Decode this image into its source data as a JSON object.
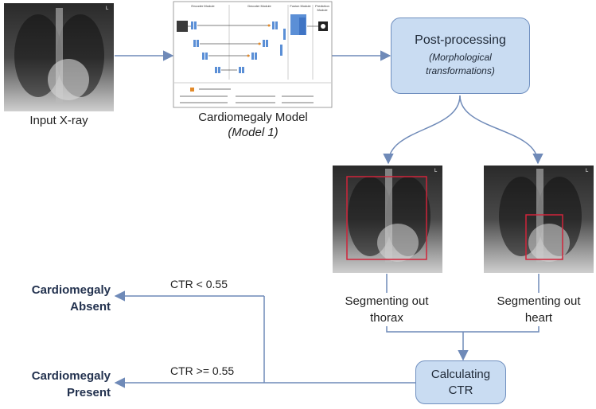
{
  "colors": {
    "arrow": "#6f8ab8",
    "box_fill": "#c9dcf2",
    "box_border": "#6f8fbf",
    "outcome_text": "#23324f",
    "seg_box": "#d0243a"
  },
  "input": {
    "label": "Input X-ray"
  },
  "model": {
    "title": "Cardiomegaly Model",
    "subtitle": "(Model 1)",
    "panels": [
      "Encoder Module",
      "Decoder Module",
      "Fusion Module",
      "Prediction Module"
    ]
  },
  "postprocess": {
    "title": "Post-processing",
    "subtitle": "(Morphological transformations)"
  },
  "segments": {
    "thorax": "Segmenting out thorax",
    "heart": "Segmenting out heart"
  },
  "calc": {
    "label": "Calculating CTR"
  },
  "conditions": {
    "absent": "CTR < 0.55",
    "present": "CTR >= 0.55"
  },
  "outcomes": {
    "absent_line1": "Cardiomegaly",
    "absent_line2": "Absent",
    "present_line1": "Cardiomegaly",
    "present_line2": "Present"
  }
}
